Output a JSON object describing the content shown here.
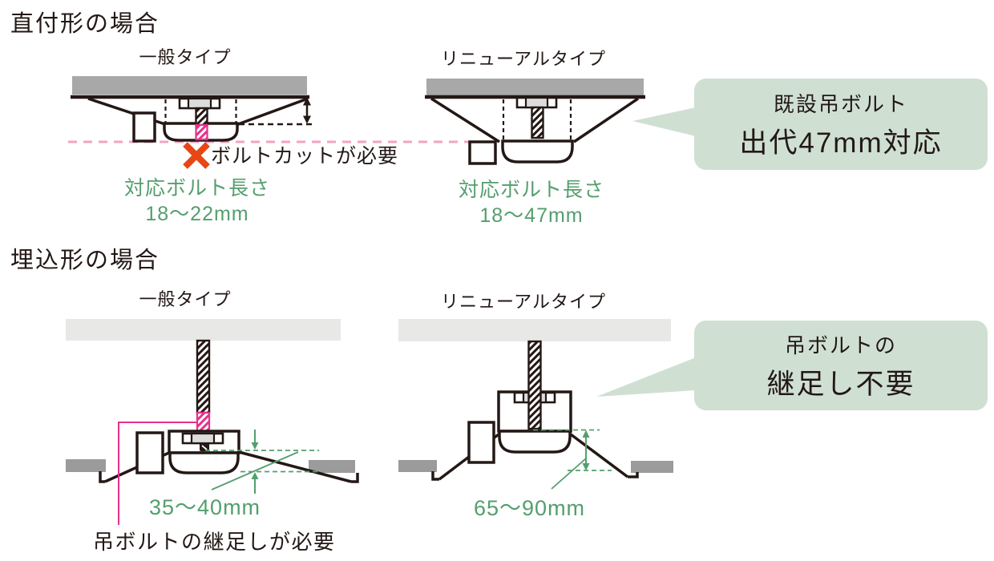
{
  "colors": {
    "dark": "#231815",
    "green": "#549e6e",
    "magenta": "#e7308c",
    "pink": "#f2a3c6",
    "redx": "#e84715",
    "sage": "#cfe0d2",
    "slab": "#a8a8a8",
    "slabL": "#e8e8e7",
    "tile": "#9b9b9b",
    "washer": "#dcdcdc"
  },
  "section_chokuzuke": {
    "heading": "直付形の場合",
    "general_label": "一般タイプ",
    "renewal_label": "リニューアルタイプ",
    "warning": "ボルトカットが必要",
    "general_bolt_caption": "対応ボルト長さ",
    "general_bolt_range": "18〜22mm",
    "renewal_bolt_caption": "対応ボルト長さ",
    "renewal_bolt_range": "18〜47mm",
    "callout_line1": "既設吊ボルト",
    "callout_line2": "出代47mm対応"
  },
  "section_umekomi": {
    "heading": "埋込形の場合",
    "general_label": "一般タイプ",
    "renewal_label": "リニューアルタイプ",
    "general_dim": "35〜40mm",
    "renewal_dim": "65〜90mm",
    "note": "吊ボルトの継足しが必要",
    "callout_line1": "吊ボルトの",
    "callout_line2": "継足し不要"
  }
}
